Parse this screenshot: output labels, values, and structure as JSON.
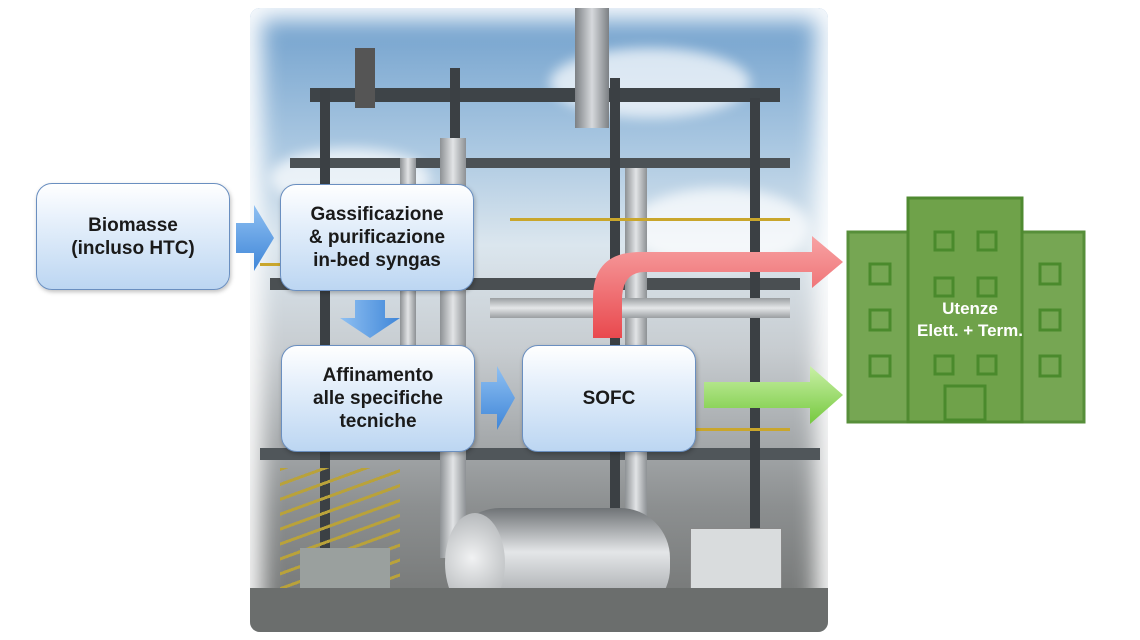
{
  "diagram": {
    "boxes": {
      "biomasse": {
        "lines": [
          "Biomasse",
          "(incluso HTC)"
        ]
      },
      "gassificazione": {
        "lines": [
          "Gassificazione",
          "& purificazione",
          "in-bed syngas"
        ]
      },
      "affinamento": {
        "lines": [
          "Affinamento",
          "alle specifiche",
          "tecniche"
        ]
      },
      "sofc": {
        "lines": [
          "SOFC"
        ]
      }
    },
    "utenze": {
      "lines": [
        "Utenze",
        "Elett. + Term."
      ]
    },
    "colors": {
      "box_border": "#6a8fc0",
      "box_fill": "#bcd6f2",
      "blue_arrow": "#5b9ae0",
      "heat_arrow": "#f0696c",
      "power_arrow": "#8fd45c",
      "building": "#6fa24a"
    },
    "icons": [
      "arrow-right-icon",
      "arrow-down-icon",
      "building-icon"
    ]
  }
}
